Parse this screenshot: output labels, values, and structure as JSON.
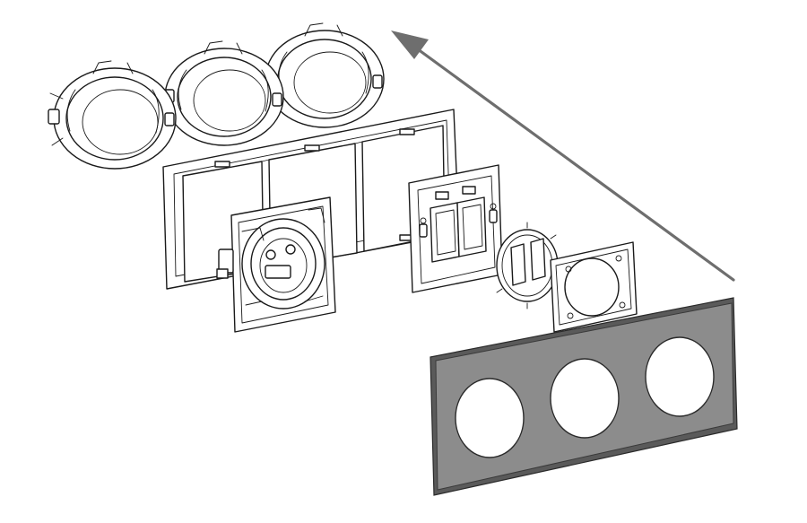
{
  "diagram": {
    "type": "exploded-assembly-illustration",
    "components": [
      "flush-mounting-box",
      "flush-mounting-box",
      "flush-mounting-box",
      "triple-mounting-frame",
      "socket-insert",
      "double-switch-insert",
      "switch-rocker-cover",
      "socket-centre-plate",
      "triple-cover-frame"
    ],
    "arrow_direction": "toward-wall",
    "colors": {
      "line": "#1a1a1a",
      "part_fill": "#ffffff",
      "cover_frame_fill": "#8c8c8c",
      "cover_frame_edge": "#5a5a5a",
      "arrow": "#6e6e6e",
      "background": "#ffffff"
    }
  }
}
